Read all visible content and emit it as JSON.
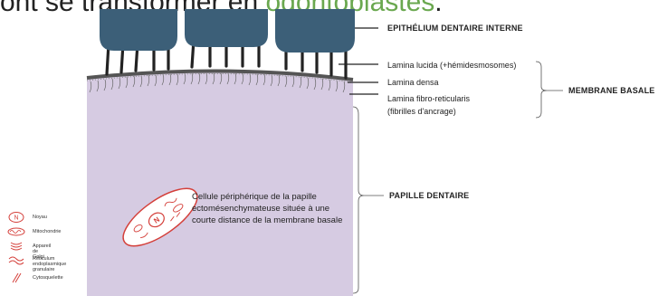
{
  "header": {
    "prefix": "ont se transformer en ",
    "highlight": "odontoblastes",
    "suffix": "."
  },
  "labels": {
    "epithelium": "EPITHÉLIUM DENTAIRE INTERNE",
    "lamina_lucida": "Lamina lucida (+hémidesmosomes)",
    "lamina_densa": "Lamina densa",
    "lamina_fibro_1": "Lamina fibro-reticularis",
    "lamina_fibro_2": "(fibrilles d'ancrage)",
    "membrane_basale": "MEMBRANE BASALE",
    "papille": "PAPILLE DENTAIRE"
  },
  "cell_description": "Cellule périphérique de la papille ectomésenchymateuse située à une courte distance de la membrane basale",
  "legend": [
    {
      "icon": "nucleus-icon",
      "label": "Noyau"
    },
    {
      "icon": "mitochondria-icon",
      "label": "Mitochondrie"
    },
    {
      "icon": "golgi-icon",
      "label": "Appareil de Golgi"
    },
    {
      "icon": "reticulum-icon",
      "label": "Réticulum endoplasmique\ngranulaire"
    },
    {
      "icon": "cytoskeleton-icon",
      "label": "Cytosquelette"
    }
  ],
  "colors": {
    "title_accent": "#6aa84f",
    "epithelium": "#3c5f78",
    "papilla": "#d6cbe2",
    "organelle_red": "#d43f3a"
  }
}
